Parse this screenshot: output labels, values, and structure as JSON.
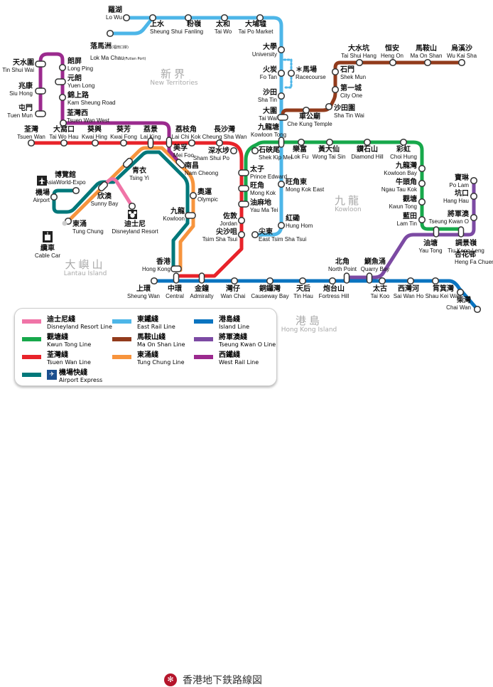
{
  "map_title": "香港地下鉄路線図",
  "regions": {
    "new_territories": {
      "zh": "新界",
      "en": "New Territories"
    },
    "kowloon": {
      "zh": "九龍",
      "en": "Kowloon"
    },
    "lantau": {
      "zh": "大嶼山",
      "en": "Lantau Island"
    },
    "hk_island": {
      "zh": "港島",
      "en": "Hong Kong Island"
    }
  },
  "colors": {
    "east_rail": "#4db6e8",
    "ma_on_shan": "#923b1c",
    "kwun_tong": "#17a84b",
    "tsuen_wan": "#e8232a",
    "island": "#0a74c0",
    "tseung_kwan_o": "#7c4aa3",
    "west_rail": "#9b2a8e",
    "tung_chung": "#f7943d",
    "airport_express": "#00787a",
    "disneyland": "#f074a7"
  },
  "legend": [
    {
      "key": "disneyland",
      "zh": "迪士尼綫",
      "en": "Disneyland Resort Line"
    },
    {
      "key": "kwun_tong",
      "zh": "觀塘綫",
      "en": "Kwun Tong Line"
    },
    {
      "key": "tsuen_wan",
      "zh": "荃灣綫",
      "en": "Tsuen Wan Line"
    },
    {
      "key": "airport_express",
      "zh": "機場快綫",
      "en": "Airport Express"
    },
    {
      "key": "east_rail",
      "zh": "東鐵綫",
      "en": "East Rail Line"
    },
    {
      "key": "ma_on_shan",
      "zh": "馬鞍山綫",
      "en": "Ma On Shan Line"
    },
    {
      "key": "tung_chung",
      "zh": "東涌綫",
      "en": "Tung Chung Line"
    },
    {
      "key": "island",
      "zh": "港島綫",
      "en": "Island Line"
    },
    {
      "key": "tseung_kwan_o",
      "zh": "將軍澳綫",
      "en": "Tseung Kwan O Line"
    },
    {
      "key": "west_rail",
      "zh": "西鐵綫",
      "en": "West Rail Line"
    }
  ],
  "stations": {
    "lo_wu": {
      "zh": "羅湖",
      "en": "Lo Wu"
    },
    "sheung_shui": {
      "zh": "上水",
      "en": "Sheung Shui"
    },
    "fanling": {
      "zh": "粉嶺",
      "en": "Fanling"
    },
    "tai_wo": {
      "zh": "太和",
      "en": "Tai Wo"
    },
    "tai_po_market": {
      "zh": "大埔墟",
      "en": "Tai Po Market"
    },
    "lok_ma_chau": {
      "zh": "落馬洲",
      "zh_note": "(福田口岸)",
      "en": "Lok Ma Chau",
      "en_note": "(Futian Port)"
    },
    "university": {
      "zh": "大學",
      "en": "University"
    },
    "fo_tan": {
      "zh": "火炭",
      "en": "Fo Tan"
    },
    "racecourse": {
      "zh": "＊馬場",
      "en": "Racecourse"
    },
    "sha_tin": {
      "zh": "沙田",
      "en": "Sha Tin"
    },
    "tai_wai": {
      "zh": "大圍",
      "en": "Tai Wai"
    },
    "kowloon_tong": {
      "zh": "九龍塘",
      "en": "Kowloon Tong"
    },
    "mong_kok_east": {
      "zh": "旺角東",
      "en": "Mong Kok East"
    },
    "hung_hom": {
      "zh": "紅磡",
      "en": "Hung Hom"
    },
    "east_tst": {
      "zh": "尖東",
      "en": "East Tsim Sha Tsui"
    },
    "che_kung_temple": {
      "zh": "車公廟",
      "en": "Che Kung Temple"
    },
    "sha_tin_wai": {
      "zh": "沙田圍",
      "en": "Sha Tin Wai"
    },
    "city_one": {
      "zh": "第一城",
      "en": "City One"
    },
    "shek_mun": {
      "zh": "石門",
      "en": "Shek Mun"
    },
    "tai_shui_hang": {
      "zh": "大水坑",
      "en": "Tai Shui Hang"
    },
    "heng_on": {
      "zh": "恒安",
      "en": "Heng On"
    },
    "ma_on_shan": {
      "zh": "馬鞍山",
      "en": "Ma On Shan"
    },
    "wu_kai_sha": {
      "zh": "烏溪沙",
      "en": "Wu Kai Sha"
    },
    "tin_shui_wai": {
      "zh": "天水圍",
      "en": "Tin Shui Wai"
    },
    "siu_hong": {
      "zh": "兆康",
      "en": "Siu Hong"
    },
    "tuen_mun": {
      "zh": "屯門",
      "en": "Tuen Mun"
    },
    "long_ping": {
      "zh": "朗屏",
      "en": "Long Ping"
    },
    "yuen_long": {
      "zh": "元朗",
      "en": "Yuen Long"
    },
    "kam_sheung_road": {
      "zh": "錦上路",
      "en": "Kam Sheung Road"
    },
    "tsuen_wan_west": {
      "zh": "荃灣西",
      "en": "Tsuen Wan West"
    },
    "tsuen_wan": {
      "zh": "荃灣",
      "en": "Tsuen Wan"
    },
    "tai_wo_hau": {
      "zh": "大窩口",
      "en": "Tai Wo Hau"
    },
    "kwai_hing": {
      "zh": "葵興",
      "en": "Kwai Hing"
    },
    "kwai_fong": {
      "zh": "葵芳",
      "en": "Kwai Fong"
    },
    "lai_king": {
      "zh": "荔景",
      "en": "Lai King"
    },
    "mei_foo": {
      "zh": "美孚",
      "en": "Mei Foo"
    },
    "lai_chi_kok": {
      "zh": "荔枝角",
      "en": "Lai Chi Kok"
    },
    "cheung_sha_wan": {
      "zh": "長沙灣",
      "en": "Cheung Sha Wan"
    },
    "sham_shui_po": {
      "zh": "深水埗",
      "en": "Sham Shui Po"
    },
    "prince_edward": {
      "zh": "太子",
      "en": "Prince Edward"
    },
    "mong_kok": {
      "zh": "旺角",
      "en": "Mong Kok"
    },
    "yau_ma_tei": {
      "zh": "油麻地",
      "en": "Yau Ma Tei"
    },
    "jordan": {
      "zh": "佐敦",
      "en": "Jordan"
    },
    "tsim_sha_tsui": {
      "zh": "尖沙咀",
      "en": "Tsim Sha Tsui"
    },
    "admiralty": {
      "zh": "金鐘",
      "en": "Admiralty"
    },
    "central": {
      "zh": "中環",
      "en": "Central"
    },
    "shek_kip_mei": {
      "zh": "石硤尾",
      "en": "Shek Kip Mei"
    },
    "lok_fu": {
      "zh": "樂富",
      "en": "Lok Fu"
    },
    "wong_tai_sin": {
      "zh": "黃大仙",
      "en": "Wong Tai Sin"
    },
    "diamond_hill": {
      "zh": "鑽石山",
      "en": "Diamond Hill"
    },
    "choi_hung": {
      "zh": "彩虹",
      "en": "Choi Hung"
    },
    "kowloon_bay": {
      "zh": "九龍灣",
      "en": "Kowloon Bay"
    },
    "ngau_tau_kok": {
      "zh": "牛頭角",
      "en": "Ngau Tau Kok"
    },
    "kwun_tong": {
      "zh": "觀塘",
      "en": "Kwun Tong"
    },
    "lam_tin": {
      "zh": "藍田",
      "en": "Lam Tin"
    },
    "yau_tong": {
      "zh": "油塘",
      "en": "Yau Tong"
    },
    "tiu_keng_leng": {
      "zh": "調景嶺",
      "en": "Tiu Keng Leng"
    },
    "po_lam": {
      "zh": "寶琳",
      "en": "Po Lam"
    },
    "hang_hau": {
      "zh": "坑口",
      "en": "Hang Hau"
    },
    "tseung_kwan_o": {
      "zh": "將軍澳",
      "en": "Tseung Kwan O"
    },
    "sheung_wan": {
      "zh": "上環",
      "en": "Sheung Wan"
    },
    "wan_chai": {
      "zh": "灣仔",
      "en": "Wan Chai"
    },
    "causeway_bay": {
      "zh": "銅鑼灣",
      "en": "Causeway Bay"
    },
    "tin_hau": {
      "zh": "天后",
      "en": "Tin Hau"
    },
    "fortress_hill": {
      "zh": "炮台山",
      "en": "Fortress Hill"
    },
    "north_point": {
      "zh": "北角",
      "en": "North Point"
    },
    "quarry_bay": {
      "zh": "鰂魚涌",
      "en": "Quarry Bay"
    },
    "tai_koo": {
      "zh": "太古",
      "en": "Tai Koo"
    },
    "sai_wan_ho": {
      "zh": "西灣河",
      "en": "Sai Wan Ho"
    },
    "shau_kei_wan": {
      "zh": "筲箕灣",
      "en": "Shau Kei Wan"
    },
    "heng_fa_chuen": {
      "zh": "杏花邨",
      "en": "Heng Fa Chuen"
    },
    "chai_wan": {
      "zh": "柴灣",
      "en": "Chai Wan"
    },
    "hong_kong": {
      "zh": "香港",
      "en": "Hong Kong"
    },
    "kowloon": {
      "zh": "九龍",
      "en": "Kowloon"
    },
    "olympic": {
      "zh": "奧運",
      "en": "Olympic"
    },
    "nam_cheong": {
      "zh": "南昌",
      "en": "Nam Cheong"
    },
    "tsing_yi": {
      "zh": "青衣",
      "en": "Tsing Yi"
    },
    "sunny_bay": {
      "zh": "欣澳",
      "en": "Sunny Bay"
    },
    "tung_chung": {
      "zh": "東涌",
      "en": "Tung Chung"
    },
    "airport": {
      "zh": "機場",
      "en": "Airport"
    },
    "asiaworld_expo": {
      "zh": "博覽館",
      "en": "AsiaWorld-Expo"
    },
    "disneyland_resort": {
      "zh": "迪士尼",
      "en": "Disneyland Resort"
    },
    "cable_car": {
      "zh": "纜車",
      "en": "Cable Car"
    }
  }
}
